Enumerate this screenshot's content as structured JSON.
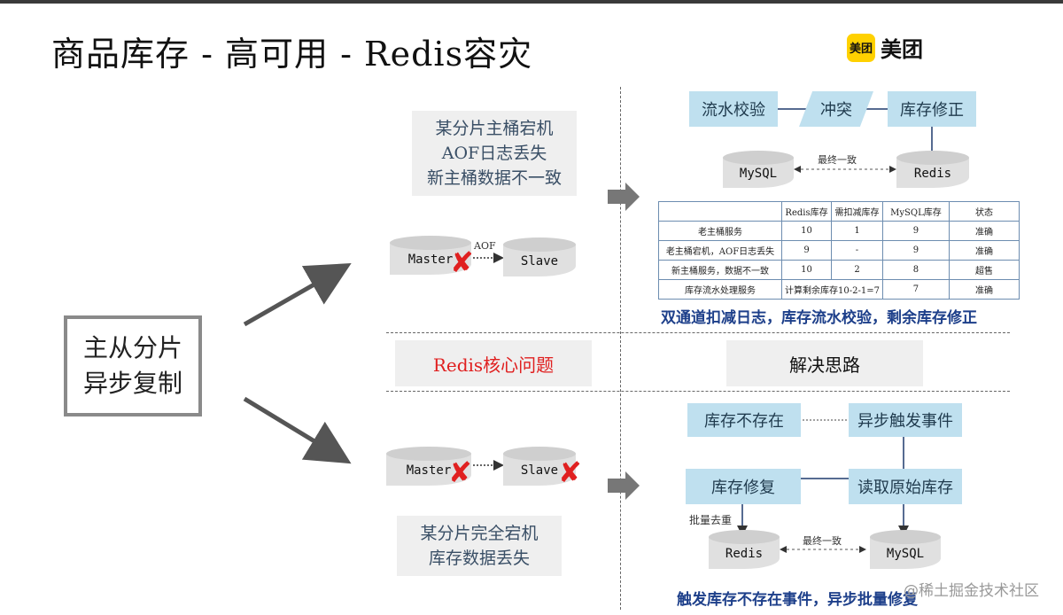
{
  "title": "商品库存 - 高可用 - Redis容灾",
  "logo": {
    "icon_text": "美团",
    "text": "美团",
    "color": "#FFD100"
  },
  "main_label": [
    "主从分片",
    "异步复制"
  ],
  "problem_top": [
    "某分片主桶宕机",
    "AOF日志丢失",
    "新主桶数据不一致"
  ],
  "problem_bottom": [
    "某分片完全宕机",
    "库存数据丢失"
  ],
  "section": {
    "left": "Redis核心问题",
    "right": "解决思路",
    "left_color": "#e02020"
  },
  "top_diagram": {
    "master": "Master",
    "slave": "Slave",
    "aof": "AOF"
  },
  "bottom_diagram": {
    "master": "Master",
    "slave": "Slave"
  },
  "solution_top": {
    "flow": [
      "流水校验",
      "冲突",
      "库存修正"
    ],
    "mysql": "MySQL",
    "redis": "Redis",
    "sync_label": "最终一致",
    "table": {
      "headers": [
        "",
        "Redis库存",
        "需扣减库存",
        "MySQL库存",
        "状态"
      ],
      "rows": [
        [
          "老主桶服务",
          "10",
          "1",
          "9",
          "准确"
        ],
        [
          "老主桶宕机，AOF日志丢失",
          "9",
          "-",
          "9",
          "准确"
        ],
        [
          "新主桶服务，数据不一致",
          "10",
          "2",
          "8",
          "超售"
        ],
        [
          "库存流水处理服务",
          "计算剩余库存10-2-1=7",
          "",
          "7",
          "准确"
        ]
      ]
    },
    "caption": "双通道扣减日志，库存流水校验，剩余库存修正"
  },
  "solution_bottom": {
    "boxes": [
      "库存不存在",
      "异步触发事件",
      "库存修复",
      "读取原始库存"
    ],
    "batch_label": "批量去重",
    "redis": "Redis",
    "mysql": "MySQL",
    "sync_label": "最终一致",
    "caption": "触发库存不存在事件，异步批量修复"
  },
  "watermark": "@稀土掘金技术社区"
}
